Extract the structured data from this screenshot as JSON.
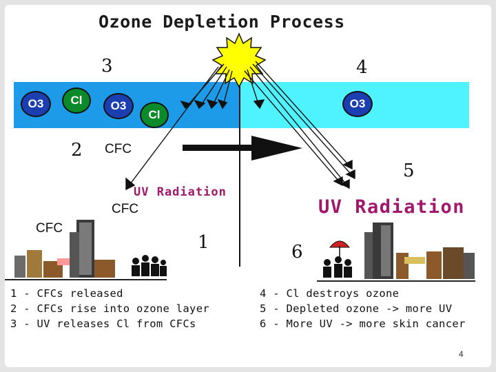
{
  "title": "Ozone Depletion Process",
  "step_numbers": [
    "3",
    "4",
    "2",
    "5",
    "1",
    "6"
  ],
  "molecules": {
    "o3": "O3",
    "cl": "Cl"
  },
  "labels": {
    "cfc_upper": "CFC",
    "uv_small": "UV Radiation",
    "cfc_mid": "CFC",
    "cfc_low": "CFC",
    "uv_big": "UV Radiation"
  },
  "legend_left": [
    "1 - CFCs released",
    "2 - CFCs rise into ozone layer",
    "3 - UV releases Cl from CFCs"
  ],
  "legend_right": [
    "4 - Cl destroys ozone",
    "5 - Depleted ozone ->  more UV",
    "6 - More UV  ->  more skin cancer"
  ],
  "page_number": "4",
  "colors": {
    "ozone_layer_intact": "#1e9be8",
    "ozone_layer_depleted": "#4ff2ff",
    "ozone_molecule": "#1b3fb0",
    "chlorine": "#0a8a2a",
    "sun": "#ffff00",
    "uv_text": "#a0176b"
  }
}
